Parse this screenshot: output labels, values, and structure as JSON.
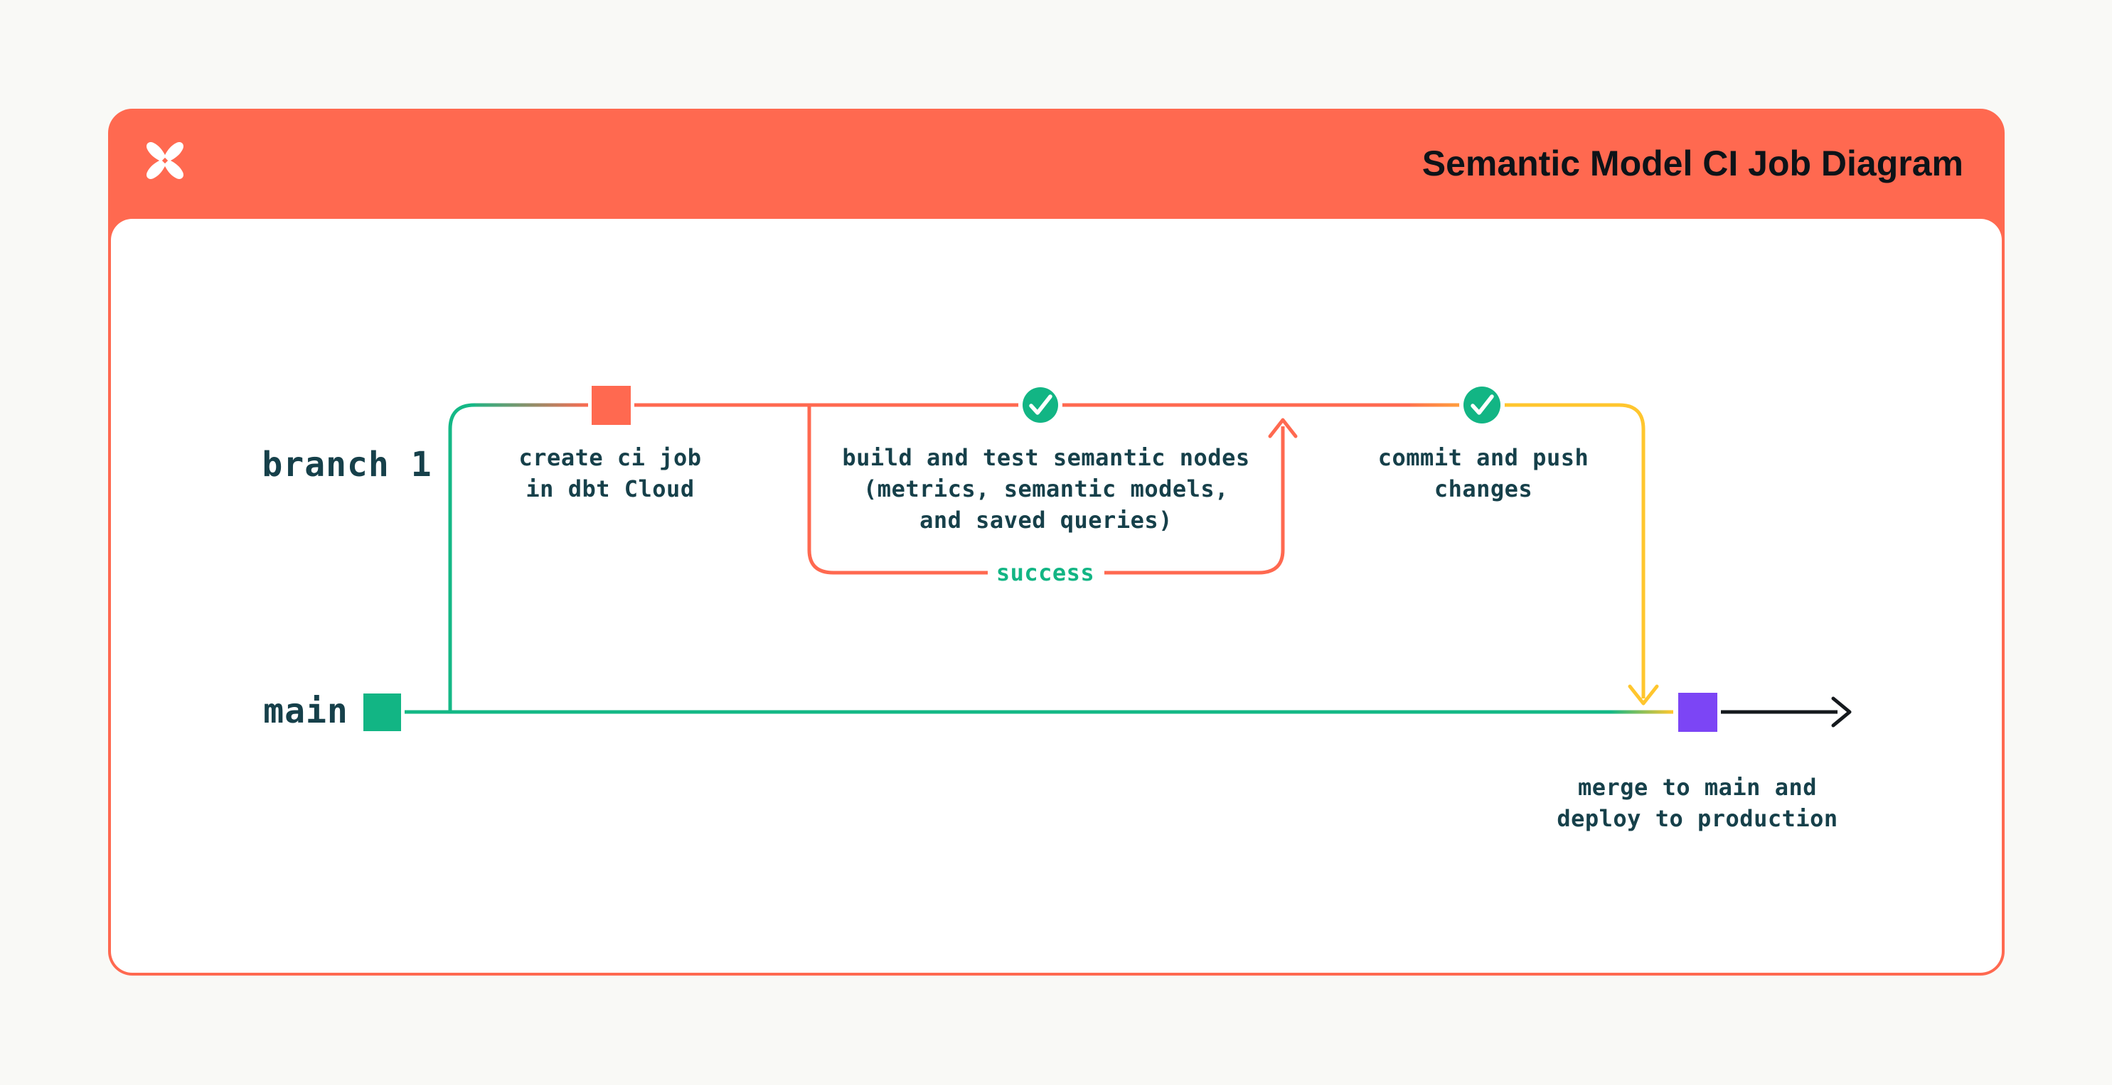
{
  "header": {
    "title": "Semantic Model CI Job Diagram",
    "logo": "dbt-logo"
  },
  "colors": {
    "orange": "#ff6950",
    "green": "#14b886",
    "green-dark": "#12b584",
    "yellow": "#ffc62e",
    "purple": "#7c45f5",
    "ink": "#16404a",
    "title-ink": "#0d1318",
    "black": "#15191d",
    "page-bg": "#f9f9f6",
    "card-bg": "#ffffff"
  },
  "lanes": [
    {
      "id": "branch1",
      "label": "branch 1"
    },
    {
      "id": "main",
      "label": "main"
    }
  ],
  "steps": [
    {
      "id": "create-ci-job",
      "marker": "orange-commit-square",
      "lines": [
        "create ci job",
        "in dbt Cloud"
      ]
    },
    {
      "id": "build-and-test",
      "marker": "check-circle",
      "lines": [
        "build and test semantic nodes",
        "(metrics, semantic models,",
        "and saved queries)"
      ]
    },
    {
      "id": "commit-and-push",
      "marker": "check-circle",
      "lines": [
        "commit and push",
        "changes"
      ]
    },
    {
      "id": "merge-deploy",
      "marker": "purple-commit-square",
      "lines": [
        "merge to main and",
        "deploy to production"
      ]
    }
  ],
  "loop": {
    "label": "success"
  }
}
